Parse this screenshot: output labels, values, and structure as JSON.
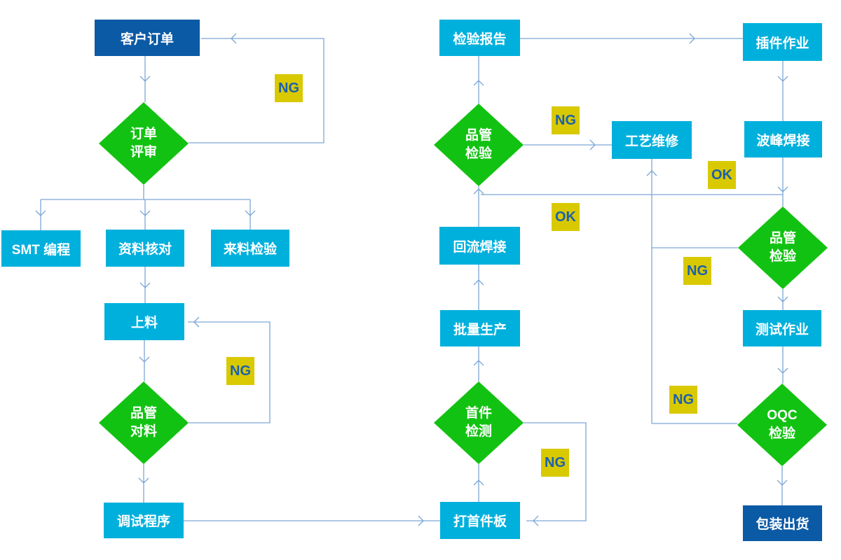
{
  "diagram": {
    "colors": {
      "process_fill": "#00b0dc",
      "terminal_fill": "#0b5aa5",
      "decision_fill": "#12c212",
      "badge_fill": "#d9c900",
      "badge_text": "#1b61ae",
      "node_text": "#ffffff",
      "connector": "#7ca6d6",
      "background": "#ffffff"
    },
    "nodes": {
      "customer_order": {
        "label": "客户订单"
      },
      "order_review": {
        "line1": "订单",
        "line2": "评审"
      },
      "smt_programming": {
        "label": "SMT 编程"
      },
      "data_check": {
        "label": "资料核对"
      },
      "incoming_inspection": {
        "label": "来料检验"
      },
      "loading": {
        "label": "上料"
      },
      "qc_material_check": {
        "line1": "品管",
        "line2": "对料"
      },
      "debug_program": {
        "label": "调试程序"
      },
      "first_board": {
        "label": "打首件板"
      },
      "first_article_inspection": {
        "line1": "首件",
        "line2": "检测"
      },
      "mass_production": {
        "label": "批量生产"
      },
      "reflow_soldering": {
        "label": "回流焊接"
      },
      "qc_inspection_mid": {
        "line1": "品管",
        "line2": "检验"
      },
      "inspection_report": {
        "label": "检验报告"
      },
      "process_repair": {
        "label": "工艺维修"
      },
      "plugin_operation": {
        "label": "插件作业"
      },
      "wave_soldering": {
        "label": "波峰焊接"
      },
      "qc_inspection_right": {
        "line1": "品管",
        "line2": "检验"
      },
      "test_operation": {
        "label": "测试作业"
      },
      "oqc_inspection": {
        "line1": "OQC",
        "line2": "检验"
      },
      "packing_shipping": {
        "label": "包装出货"
      }
    },
    "badges": {
      "ng": "NG",
      "ok": "OK"
    }
  }
}
